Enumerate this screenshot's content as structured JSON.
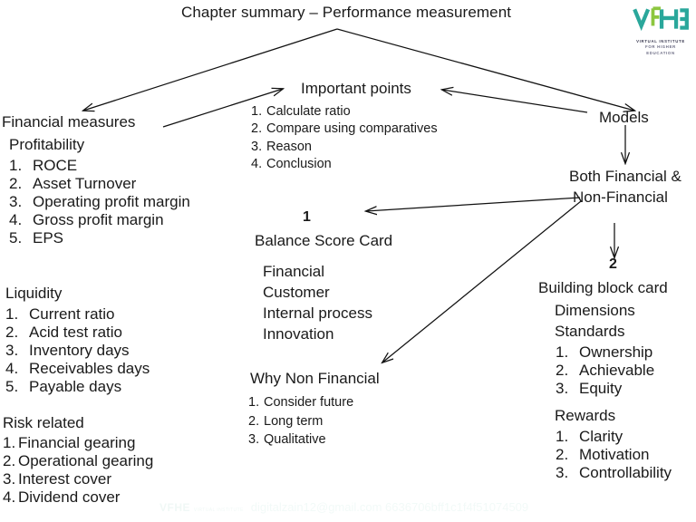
{
  "title": "Chapter summary – Performance measurement",
  "logo": {
    "wordmark": "VFHE",
    "line1": "VIRTUAL INSTITUTE",
    "line2": "FOR HIGHER EDUCATION",
    "color_primary": "#2aa79b",
    "color_accent": "#8cc63f"
  },
  "nodes": {
    "financial_measures": {
      "heading": "Financial measures",
      "groups": [
        {
          "label": "Profitability",
          "items": [
            {
              "n": "1.",
              "text": "ROCE"
            },
            {
              "n": "2.",
              "text": "Asset Turnover"
            },
            {
              "n": "3.",
              "text": "Operating profit margin"
            },
            {
              "n": "4.",
              "text": "Gross profit margin"
            },
            {
              "n": "5.",
              "text": "EPS"
            }
          ]
        },
        {
          "label": "Liquidity",
          "items": [
            {
              "n": "1.",
              "text": "Current ratio"
            },
            {
              "n": "2.",
              "text": "Acid test ratio"
            },
            {
              "n": "3.",
              "text": "Inventory days"
            },
            {
              "n": "4.",
              "text": "Receivables days"
            },
            {
              "n": "5.",
              "text": "Payable days"
            }
          ]
        },
        {
          "label": "Risk related",
          "items": [
            {
              "n": "1.",
              "text": "Financial gearing"
            },
            {
              "n": "2.",
              "text": "Operational gearing"
            },
            {
              "n": "3.",
              "text": "Interest cover"
            },
            {
              "n": "4.",
              "text": "Dividend cover"
            }
          ]
        }
      ]
    },
    "important_points": {
      "heading": "Important points",
      "items": [
        {
          "n": "1.",
          "text": "Calculate ratio"
        },
        {
          "n": "2.",
          "text": "Compare using comparatives"
        },
        {
          "n": "3.",
          "text": "Reason"
        },
        {
          "n": "4.",
          "text": "Conclusion"
        }
      ]
    },
    "models": {
      "heading": "Models"
    },
    "both_financial": {
      "line1": "Both Financial &",
      "line2": "Non-Financial"
    },
    "balance_score_card": {
      "number": "1",
      "heading": "Balance Score Card",
      "items": [
        "Financial",
        "Customer",
        "Internal process",
        "Innovation"
      ]
    },
    "why_non_financial": {
      "heading": "Why Non Financial",
      "items": [
        {
          "n": "1.",
          "text": "Consider future"
        },
        {
          "n": "2.",
          "text": "Long term"
        },
        {
          "n": "3.",
          "text": "Qualitative"
        }
      ]
    },
    "building_block_card": {
      "number": "2",
      "heading": "Building block card",
      "sub1": "Dimensions",
      "sub2": "Standards",
      "standards": [
        {
          "n": "1.",
          "text": "Ownership"
        },
        {
          "n": "2.",
          "text": "Achievable"
        },
        {
          "n": "3.",
          "text": "Equity"
        }
      ],
      "sub3": "Rewards",
      "rewards": [
        {
          "n": "1.",
          "text": "Clarity"
        },
        {
          "n": "2.",
          "text": "Motivation"
        },
        {
          "n": "3.",
          "text": "Controllability"
        }
      ]
    }
  },
  "watermark": {
    "logo_text": "VFHE",
    "logo_sub": "VIRTUAL INSTITUTE",
    "text": "digitalzain12@gmail.com 6636706bff1c1f4f51074509"
  }
}
